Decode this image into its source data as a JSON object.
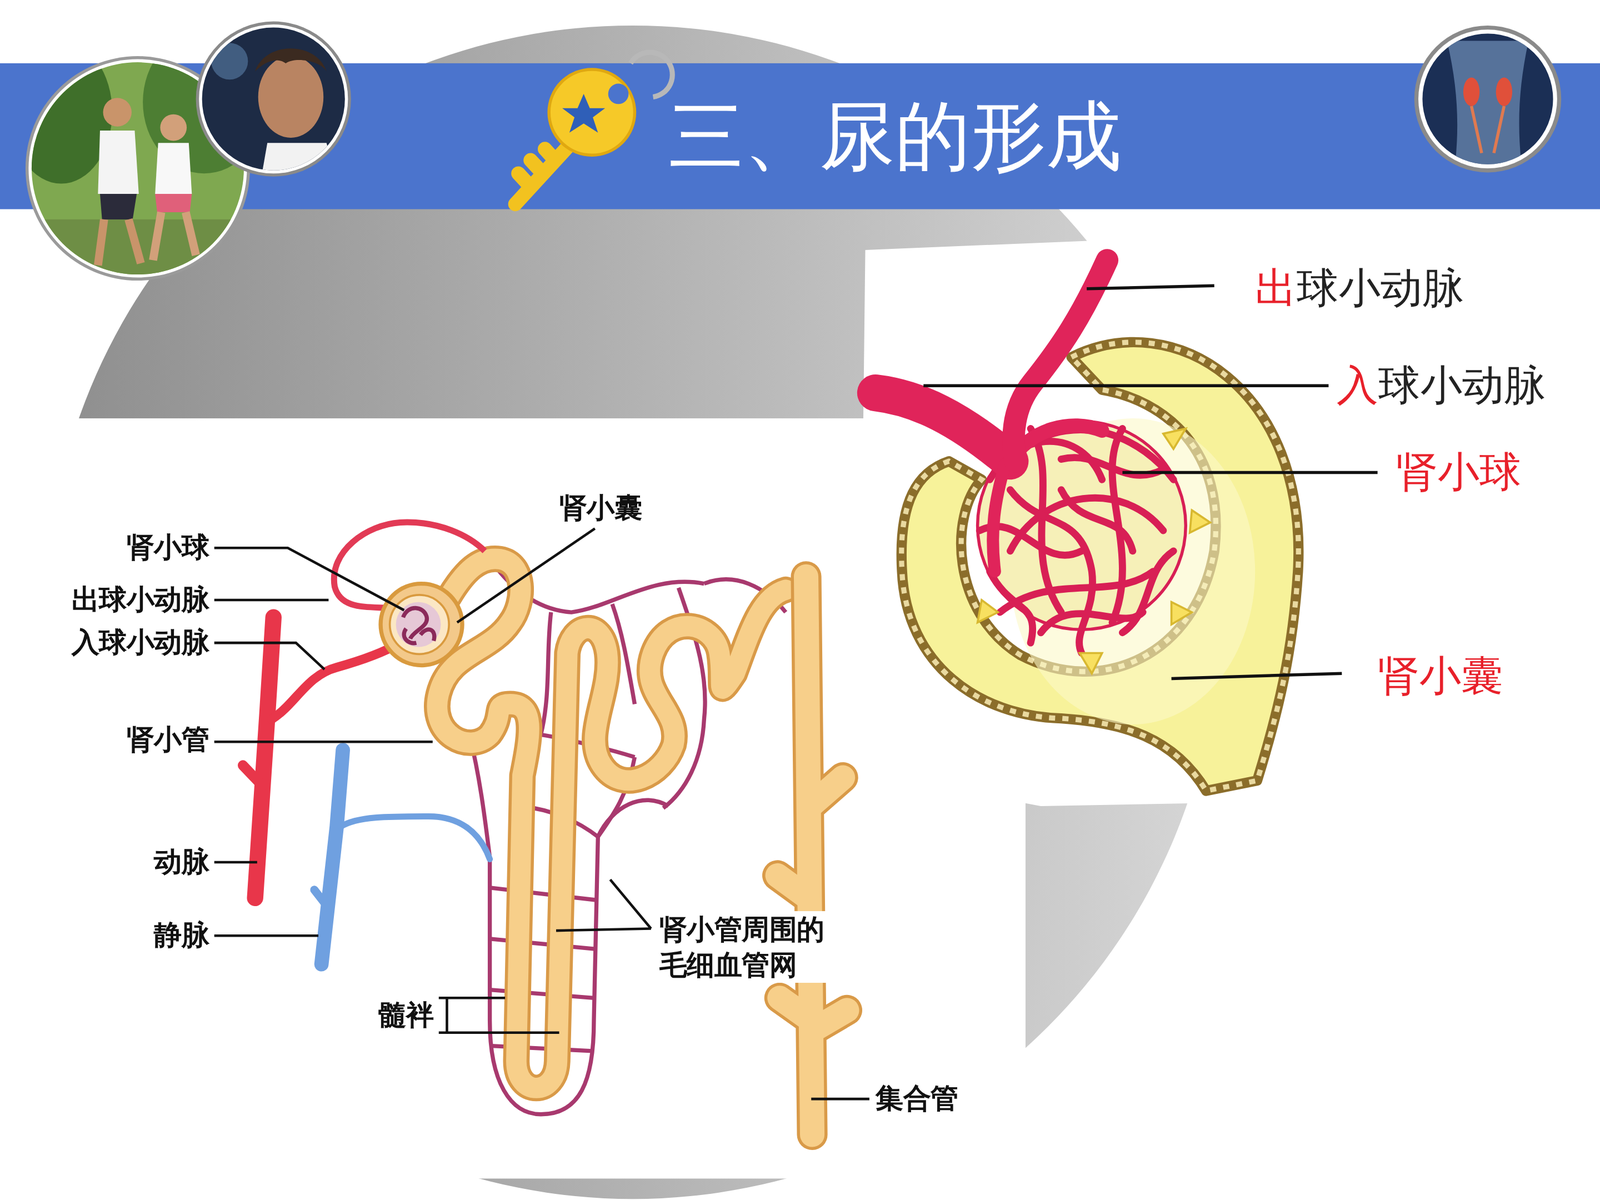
{
  "diagram": {
    "title": "三、尿的形成",
    "labels": [
      "出球小动脉",
      "入球小动脉",
      "肾小球",
      "肾小囊",
      "肾小球",
      "出球小动脉",
      "入球小动脉",
      "肾小管",
      "动脉",
      "静脉",
      "肾小囊",
      "肾小管周围的 毛细血管网",
      "髓袢",
      "集合管"
    ]
  }
}
